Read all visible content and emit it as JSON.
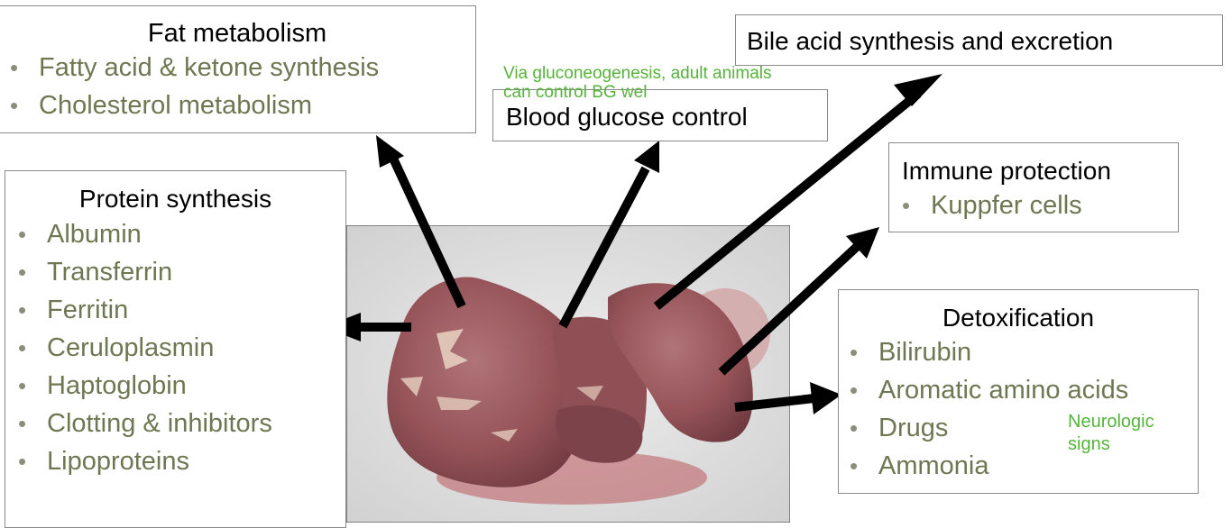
{
  "fat": {
    "title": "Fat metabolism",
    "items": [
      "Fatty acid & ketone synthesis",
      "Cholesterol metabolism"
    ]
  },
  "glucose": {
    "title": "Blood glucose control",
    "note": "Via gluconeogenesis, adult animals can control BG wel"
  },
  "bile": {
    "title": "Bile acid synthesis and excretion"
  },
  "protein": {
    "title": "Protein synthesis",
    "items": [
      "Albumin",
      "Transferrin",
      "Ferritin",
      "Ceruloplasmin",
      "Haptoglobin",
      "Clotting & inhibitors",
      "Lipoproteins"
    ]
  },
  "immune": {
    "title": "Immune protection",
    "items": [
      "Kuppfer cells"
    ]
  },
  "detox": {
    "title": "Detoxification",
    "items": [
      "Bilirubin",
      "Aromatic amino acids",
      "Drugs",
      "Ammonia"
    ],
    "note": "Neurologic signs"
  },
  "colors": {
    "bullet_text": "#6e7752",
    "note_text": "#55b33a",
    "arrow": "#000000",
    "liver": "#9a5a5e",
    "background_board": "#e6e6e6"
  }
}
